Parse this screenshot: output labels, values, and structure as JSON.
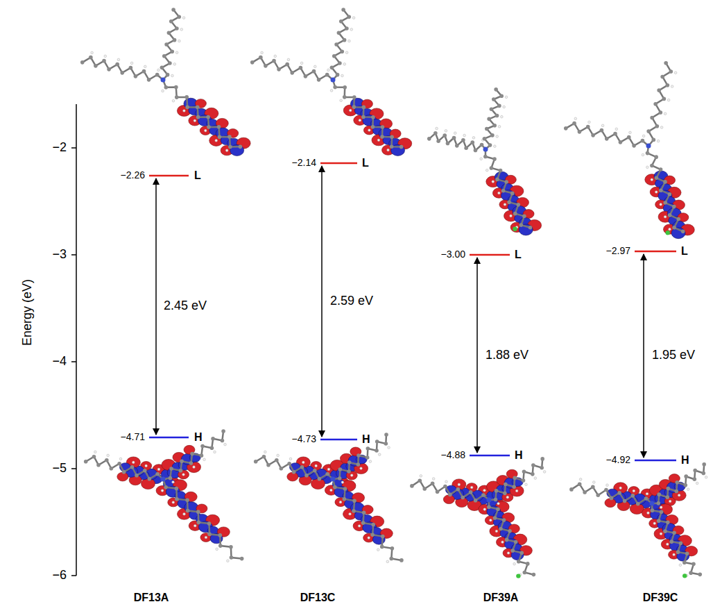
{
  "diagram": {
    "labels": [
      "−2",
      "−3",
      "−4",
      "−5",
      "−6",
      "Energy (eV)",
      "−2.26",
      "L",
      "2.45 eV",
      "−4.71",
      "H",
      "−2.14",
      "L",
      "2.59 eV",
      "−4.73",
      "H",
      "−3.00",
      "L",
      "1.88 eV",
      "−4.88",
      "H",
      "−2.97",
      "L",
      "1.95 eV",
      "−4.92",
      "H",
      "DF13A",
      "DF13C",
      "DF39A",
      "DF39C"
    ]
  }
}
